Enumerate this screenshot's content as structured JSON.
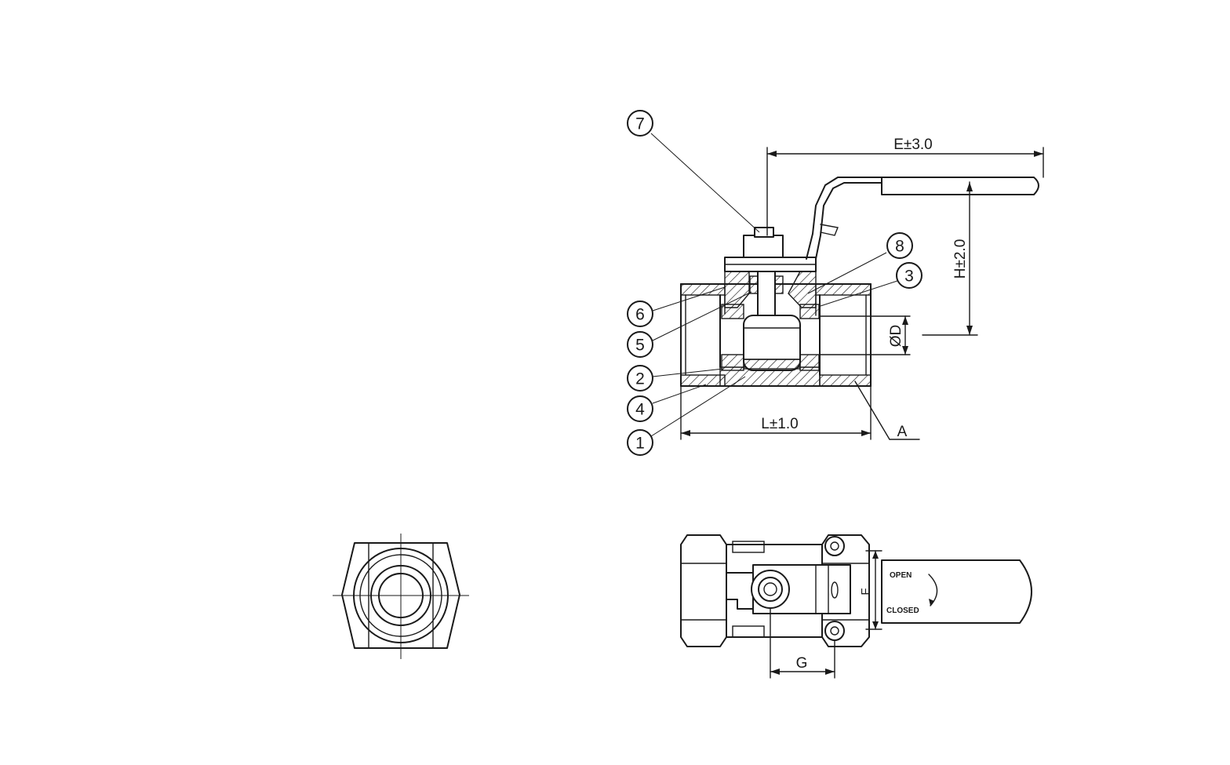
{
  "callouts": [
    "7",
    "8",
    "3",
    "6",
    "5",
    "2",
    "4",
    "1"
  ],
  "dimensions": {
    "E": "E±3.0",
    "H": "H±2.0",
    "D": "ØD",
    "L": "L±1.0",
    "A": "A",
    "F": "F",
    "G": "G"
  },
  "handle_labels": {
    "open": "OPEN",
    "closed": "CLOSED"
  }
}
